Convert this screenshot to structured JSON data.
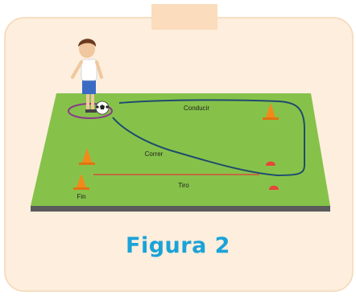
{
  "field": {
    "labels": {
      "conducir": "Conducir",
      "correr": "Correr",
      "tiro": "Tiro",
      "fin": "Fin"
    }
  },
  "caption": "Figura 2",
  "colors": {
    "card": "#fdeedd",
    "card_border": "#f4d7b4",
    "tab": "#fbdcbc",
    "grass": "#86c24a",
    "grass_side": "#5a5a5a",
    "path": "#1f4b6e",
    "tiro_line": "#e23b3b",
    "cone": "#f28a1a",
    "caption": "#1aa3d8"
  }
}
